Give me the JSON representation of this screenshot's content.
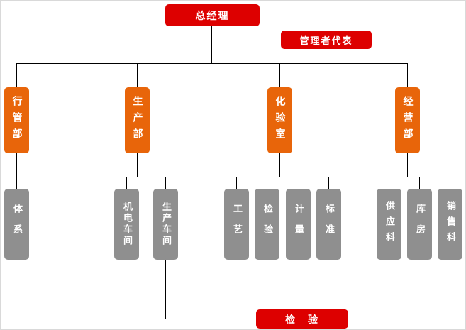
{
  "chart": {
    "type": "org-chart",
    "top": {
      "label": "总经理"
    },
    "rep": {
      "label": "管理者代表"
    },
    "departments": [
      {
        "id": "admin",
        "label": "行管部"
      },
      {
        "id": "production",
        "label": "生产部"
      },
      {
        "id": "lab",
        "label": "化验室"
      },
      {
        "id": "business",
        "label": "经营部"
      }
    ],
    "sections": [
      {
        "id": "system",
        "parent": "admin",
        "label": "体系"
      },
      {
        "id": "mech-workshop",
        "parent": "production",
        "label": "机电车间"
      },
      {
        "id": "prod-workshop",
        "parent": "production",
        "label": "生产车间"
      },
      {
        "id": "process",
        "parent": "lab",
        "label": "工艺"
      },
      {
        "id": "inspection",
        "parent": "lab",
        "label": "检验"
      },
      {
        "id": "metrology",
        "parent": "lab",
        "label": "计量"
      },
      {
        "id": "standards",
        "parent": "lab",
        "label": "标准"
      },
      {
        "id": "supply",
        "parent": "business",
        "label": "供应科"
      },
      {
        "id": "warehouse",
        "parent": "business",
        "label": "库房"
      },
      {
        "id": "sales",
        "parent": "business",
        "label": "销售科"
      }
    ],
    "bottom": {
      "label": "检　验"
    },
    "colors": {
      "level1": "#dd0000",
      "level2": "#e8650a",
      "level3": "#8f8f8f",
      "connector": "#000000"
    }
  }
}
